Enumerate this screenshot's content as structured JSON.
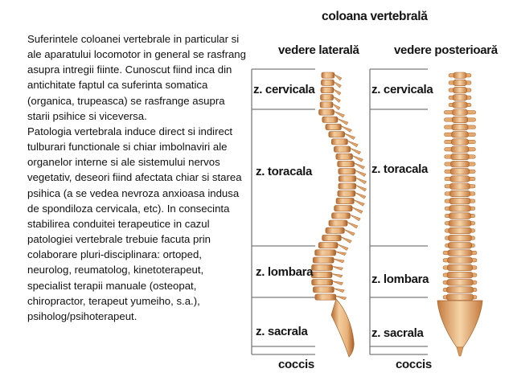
{
  "text": {
    "paragraph": "Suferintele coloanei vertebrale in particular si ale aparatului locomotor in general se rasfrang asupra intregii fiinte. Cunoscut fiind inca din antichitate faptul ca suferinta somatica (organica, trupeasca) se rasfrange asupra starii psihice si viceversa.\nPatologia vertebrala induce direct si indirect tulburari functionale si chiar imbolnaviri ale organelor interne si ale sistemului nervos vegetativ, deseori fiind afectata chiar si starea psihica (a se vedea nevroza anxioasa indusa de spondiloza cervicala, etc). In consecinta stabilirea conduitei terapeutice in cazul patologiei vertebrale trebuie facuta prin colaborare pluri-disciplinara: ortoped, neurolog, reumatolog, kinetoterapeut, specialist terapii manuale (osteopat, chiropractor, terapeut yumeiho, s.a.), psiholog/psihoterapeut."
  },
  "figure": {
    "title": "coloana vertebrală",
    "views": {
      "lateral": "vedere laterală",
      "posterior": "vedere posterioară"
    },
    "regions": [
      "z. cervicala",
      "z. toracala",
      "z. lombara",
      "z. sacrala",
      "coccis"
    ]
  },
  "colors": {
    "bone": "#f0c79a",
    "bone_shadow": "#d08c4d",
    "bone_edge": "#a8622a",
    "bracket": "#7a7a7a",
    "text": "#141414"
  }
}
